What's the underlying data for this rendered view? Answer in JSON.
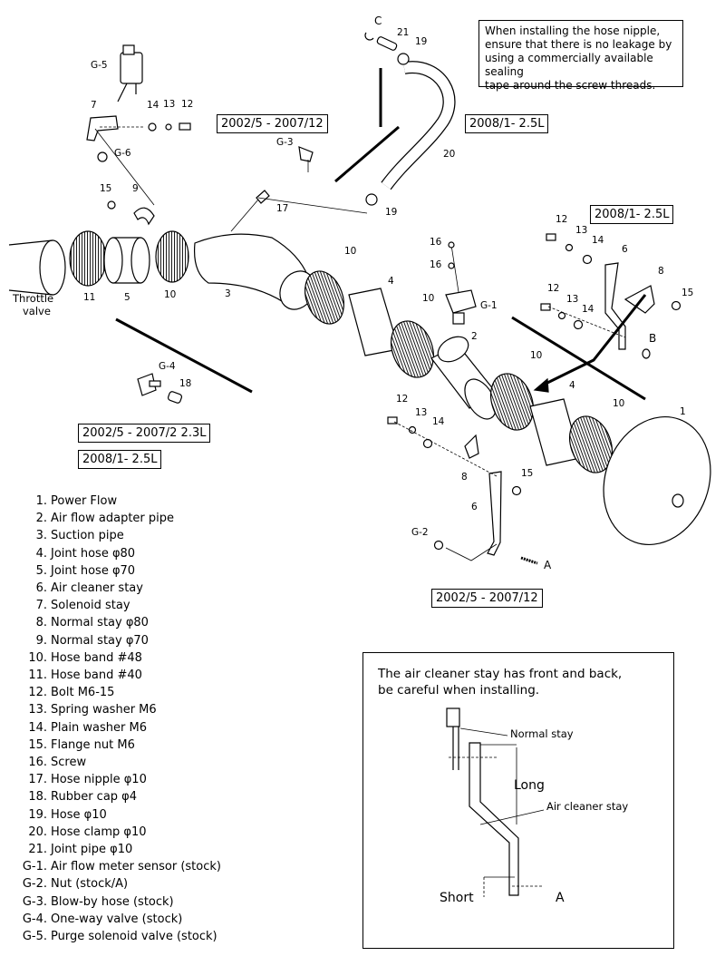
{
  "note": {
    "lines": [
      "When installing the hose nipple,",
      "ensure that there is no leakage by",
      "using a commercially available sealing",
      "tape around the screw threads."
    ]
  },
  "tags": {
    "top_center": "2002/5 - 2007/12",
    "top_right": "2008/1- 2.5L",
    "right_mid": "2008/1- 2.5L",
    "left_a": "2002/5 - 2007/2  2.3L",
    "left_b": "2008/1- 2.5L",
    "bottom_center": "2002/5 - 2007/12"
  },
  "callouts": {
    "c": "C",
    "n21": "21",
    "n19a": "19",
    "n19b": "19",
    "n20": "20",
    "g5": "G-5",
    "n7": "7",
    "n14a": "14",
    "n13a": "13",
    "n12a": "12",
    "g6": "G-6",
    "g3": "G-3",
    "n17": "17",
    "n15a": "15",
    "n9": "9",
    "throttle": "Throttle\nvalve",
    "n11": "11",
    "n5": "5",
    "n10a": "10",
    "n3": "3",
    "n10b": "10",
    "n4a": "4",
    "n16a": "16",
    "n16b": "16",
    "n10c": "10",
    "g1": "G-1",
    "n2": "2",
    "n12b": "12",
    "n13b": "13",
    "n14b": "14",
    "n6a": "6",
    "n8a": "8",
    "n15b": "15",
    "n12c": "12",
    "n13c": "13",
    "n14c": "14",
    "b": "B",
    "n10d": "10",
    "n4b": "4",
    "n10e": "10",
    "n1": "1",
    "g4": "G-4",
    "n18": "18",
    "n12d": "12",
    "n13d": "13",
    "n14d": "14",
    "n8b": "8",
    "n15c": "15",
    "n6b": "6",
    "g2": "G-2",
    "a": "A"
  },
  "parts": [
    {
      "num": "1.",
      "name": "Power Flow"
    },
    {
      "num": "2.",
      "name": "Air flow adapter pipe"
    },
    {
      "num": "3.",
      "name": "Suction pipe"
    },
    {
      "num": "4.",
      "name": "Joint hose  φ80"
    },
    {
      "num": "5.",
      "name": "Joint hose  φ70"
    },
    {
      "num": "6.",
      "name": "Air cleaner stay"
    },
    {
      "num": "7.",
      "name": "Solenoid stay"
    },
    {
      "num": "8.",
      "name": "Normal stay  φ80"
    },
    {
      "num": "9.",
      "name": "Normal stay φ70"
    },
    {
      "num": "10.",
      "name": "Hose band  #48"
    },
    {
      "num": "11.",
      "name": "Hose band  #40"
    },
    {
      "num": "12.",
      "name": "Bolt  M6-15"
    },
    {
      "num": "13.",
      "name": "Spring washer  M6"
    },
    {
      "num": "14.",
      "name": "Plain washer  M6"
    },
    {
      "num": "15.",
      "name": "Flange nut  M6"
    },
    {
      "num": "16.",
      "name": "Screw"
    },
    {
      "num": "17.",
      "name": "Hose nipple  φ10"
    },
    {
      "num": "18.",
      "name": "Rubber cap  φ4"
    },
    {
      "num": "19.",
      "name": "Hose  φ10"
    },
    {
      "num": "20.",
      "name": "Hose clamp  φ10"
    },
    {
      "num": "21.",
      "name": "Joint pipe  φ10"
    },
    {
      "num": "G-1.",
      "name": "Air flow meter sensor (stock)"
    },
    {
      "num": "G-2.",
      "name": "Nut (stock/A)"
    },
    {
      "num": "G-3.",
      "name": "Blow-by hose (stock)"
    },
    {
      "num": "G-4.",
      "name": "One-way valve (stock)"
    },
    {
      "num": "G-5.",
      "name": "Purge solenoid valve (stock)"
    }
  ],
  "inset": {
    "note_line1": "The air cleaner stay has front and back,",
    "note_line2": "be careful when installing.",
    "normal_stay": "Normal stay",
    "long": "Long",
    "air_cleaner_stay": "Air cleaner stay",
    "short": "Short",
    "a": "A"
  }
}
